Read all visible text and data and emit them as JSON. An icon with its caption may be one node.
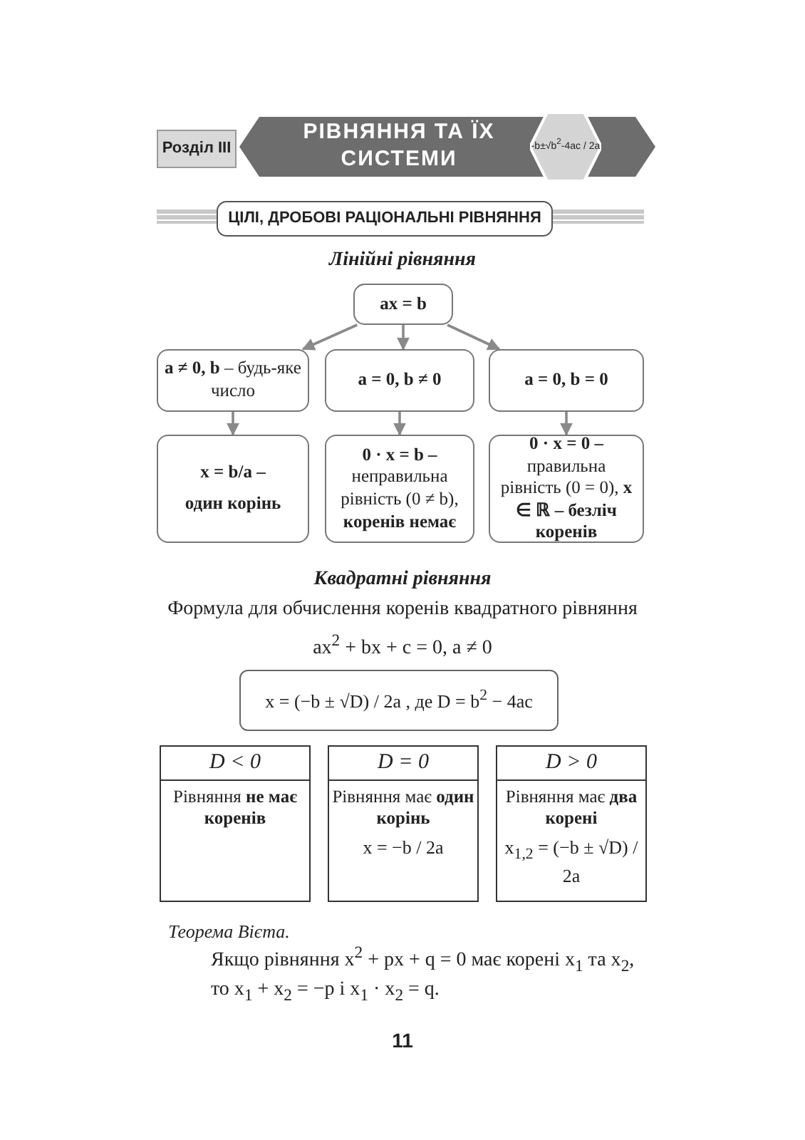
{
  "diagram": {
    "nodes": [
      {
        "text": [
          "Розділ ІІІ"
        ]
      },
      {
        "text": [
          "РІВНЯННЯ ТА ЇХ СИСТЕМИ"
        ]
      },
      {
        "text": [
          "-b±√b$^{2}$-4ac / 2a"
        ]
      },
      {
        "text": [
          "ЦІЛІ, ДРОБОВІ РАЦІОНАЛЬНІ РІВНЯННЯ"
        ]
      },
      {
        "text": [
          "ax = b"
        ]
      },
      {
        "text": [
          "**a ≠ 0,** **b** – будь-яке число"
        ]
      },
      {
        "text": [
          "a = 0, b ≠ 0"
        ]
      },
      {
        "text": [
          "a = 0, b = 0"
        ]
      },
      {
        "text": [
          "x = b/a –",
          "один корінь"
        ]
      },
      {
        "text": [
          "**0 · x = b –** неправильна рівність (0 ≠ b), **коренів немає**"
        ]
      },
      {
        "text": [
          "**0 · x = 0 –** правильна рівність (0 = 0), **x ∈ ℝ – безліч коренів**"
        ]
      },
      {
        "text": [
          "x = (−b ± √D) / 2a , де D = b$^{2}$ − 4ac"
        ]
      },
      {
        "text": [
          "D < 0",
          "Рівняння **не має коренів**"
        ]
      },
      {
        "text": [
          "D = 0",
          "Рівняння має **один корінь**",
          "x = −b / 2a"
        ]
      },
      {
        "text": [
          "D > 0",
          "Рівняння має **два корені**",
          "x$_{1,2}$ = (−b ± √D) / 2a"
        ]
      }
    ],
    "edges": [
      {
        "from": 4,
        "to": 5,
        "arrow": "to"
      },
      {
        "from": 4,
        "to": 6,
        "arrow": "to"
      },
      {
        "from": 4,
        "to": 7,
        "arrow": "to"
      },
      {
        "from": 5,
        "to": 8,
        "arrow": "to"
      },
      {
        "from": 6,
        "to": 9,
        "arrow": "to"
      },
      {
        "from": 7,
        "to": 10,
        "arrow": "to"
      }
    ],
    "labels": [
      "Лінійні рівняння",
      "Квадратні рівняння",
      "Формула для обчислення коренів квадратного рівняння",
      "ax$^{2}$ + bx + c = 0, a ≠ 0",
      "Теорема Вієта.",
      "Якщо рівняння x$^{2}$ + px + q = 0 має корені x$_{1}$ та x$_{2}$, то x$_{1}$ + x$_{2}$ = −p і x$_{1}$ · x$_{2}$ = q.",
      "11"
    ]
  }
}
